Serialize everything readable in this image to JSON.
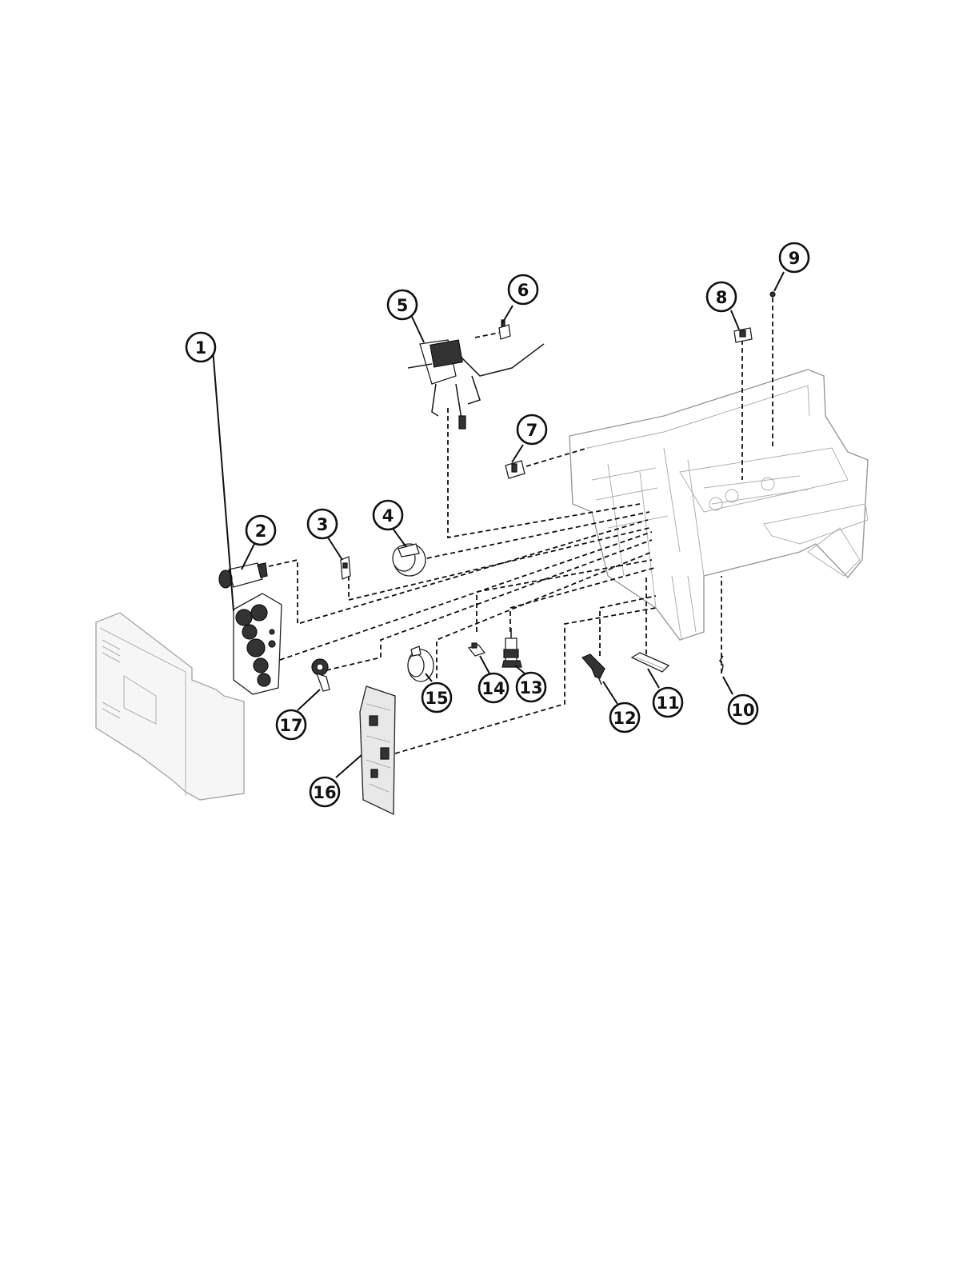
{
  "diagram": {
    "type": "exploded-parts-view",
    "callouts": [
      {
        "id": "c1",
        "label": "1"
      },
      {
        "id": "c2",
        "label": "2"
      },
      {
        "id": "c3",
        "label": "3"
      },
      {
        "id": "c4",
        "label": "4"
      },
      {
        "id": "c5",
        "label": "5"
      },
      {
        "id": "c6",
        "label": "6"
      },
      {
        "id": "c7",
        "label": "7"
      },
      {
        "id": "c8",
        "label": "8"
      },
      {
        "id": "c9",
        "label": "9"
      },
      {
        "id": "c10",
        "label": "10"
      },
      {
        "id": "c11",
        "label": "11"
      },
      {
        "id": "c12",
        "label": "12"
      },
      {
        "id": "c13",
        "label": "13"
      },
      {
        "id": "c14",
        "label": "14"
      },
      {
        "id": "c15",
        "label": "15"
      },
      {
        "id": "c16",
        "label": "16"
      },
      {
        "id": "c17",
        "label": "17"
      }
    ]
  }
}
